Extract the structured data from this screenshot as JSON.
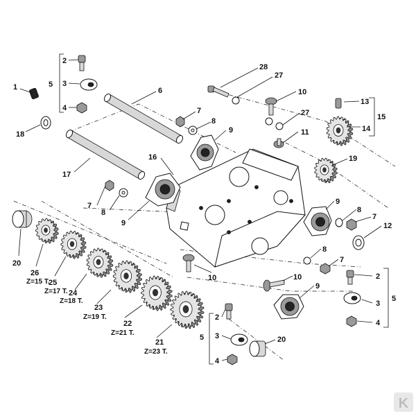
{
  "labels": {
    "l1": "1",
    "l2a": "2",
    "l3a": "3",
    "l4a": "4",
    "l5a": "5",
    "l6": "6",
    "l7a": "7",
    "l8a": "8",
    "l9a": "9",
    "l18": "18",
    "l17": "17",
    "l16": "16",
    "l7b": "7",
    "l8b": "8",
    "l9b": "9",
    "l28": "28",
    "l27a": "27",
    "l10a": "10",
    "l27b": "27",
    "l11": "11",
    "l13": "13",
    "l15": "15",
    "l14": "14",
    "l19": "19",
    "l9c": "9",
    "l8c": "8",
    "l7c": "7",
    "l12": "12",
    "l8d": "8",
    "l7d": "7",
    "l10b": "10",
    "l10c": "10",
    "l9d": "9",
    "l2b": "2",
    "l3b": "3",
    "l4b": "4",
    "l5b": "5",
    "l2c": "2",
    "l3c": "3",
    "l4c": "4",
    "l5c": "5",
    "l20a": "20",
    "l20b": "20",
    "l26": "26",
    "l25": "25",
    "l24": "24",
    "l23": "23",
    "l22": "22",
    "l21": "21"
  },
  "teeth": {
    "z26": "Z=15 T.",
    "z25": "Z=17 T.",
    "z24": "Z=18 T.",
    "z23": "Z=19 T.",
    "z22": "Z=21 T.",
    "z21": "Z=23 T."
  },
  "logo": "K"
}
